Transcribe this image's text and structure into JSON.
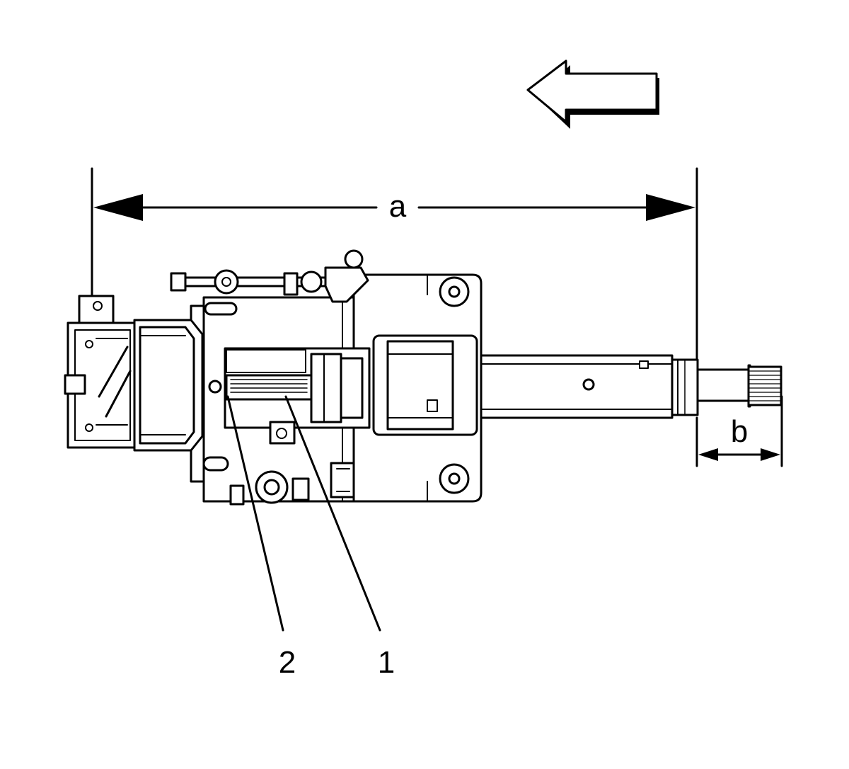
{
  "diagram": {
    "dimension_labels": {
      "a": "a",
      "b": "b"
    },
    "callouts": [
      {
        "id": "callout-1",
        "label": "1"
      },
      {
        "id": "callout-2",
        "label": "2"
      }
    ],
    "direction_arrow": "left-arrow-icon",
    "colors": {
      "line": "#000000",
      "background": "#ffffff"
    }
  }
}
